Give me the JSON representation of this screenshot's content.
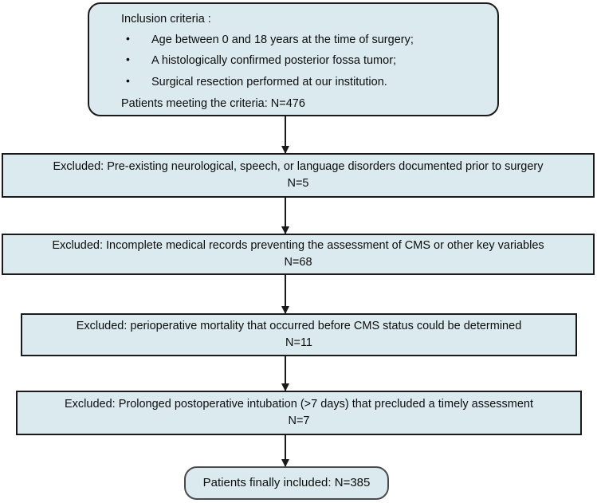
{
  "diagram": {
    "type": "patient-selection-flowchart",
    "colors": {
      "node_fill": "#dbeaef",
      "node_border": "#1a1a1a",
      "final_node_border": "#4a4a4a",
      "arrow": "#1a1a1a",
      "text": "#0d0d0d",
      "background": "#ffffff"
    },
    "inclusion": {
      "title": "Inclusion criteria :",
      "criteria": [
        "Age between 0 and 18 years at the time of surgery;",
        "A histologically confirmed posterior fossa tumor;",
        "Surgical resection performed at our institution."
      ],
      "total_label": "Patients meeting the criteria: N=476"
    },
    "exclusions": [
      {
        "text": "Excluded: Pre-existing neurological, speech, or language disorders documented prior to surgery",
        "count_label": "N=5"
      },
      {
        "text": "Excluded: Incomplete medical records preventing the assessment of CMS or other key variables",
        "count_label": "N=68"
      },
      {
        "text": "Excluded:  perioperative mortality that occurred before CMS status could be determined",
        "count_label": "N=11"
      },
      {
        "text": "Excluded: Prolonged postoperative intubation (>7 days) that precluded a timely assessment",
        "count_label": "N=7"
      }
    ],
    "final": {
      "label": "Patients finally included: N=385"
    }
  }
}
